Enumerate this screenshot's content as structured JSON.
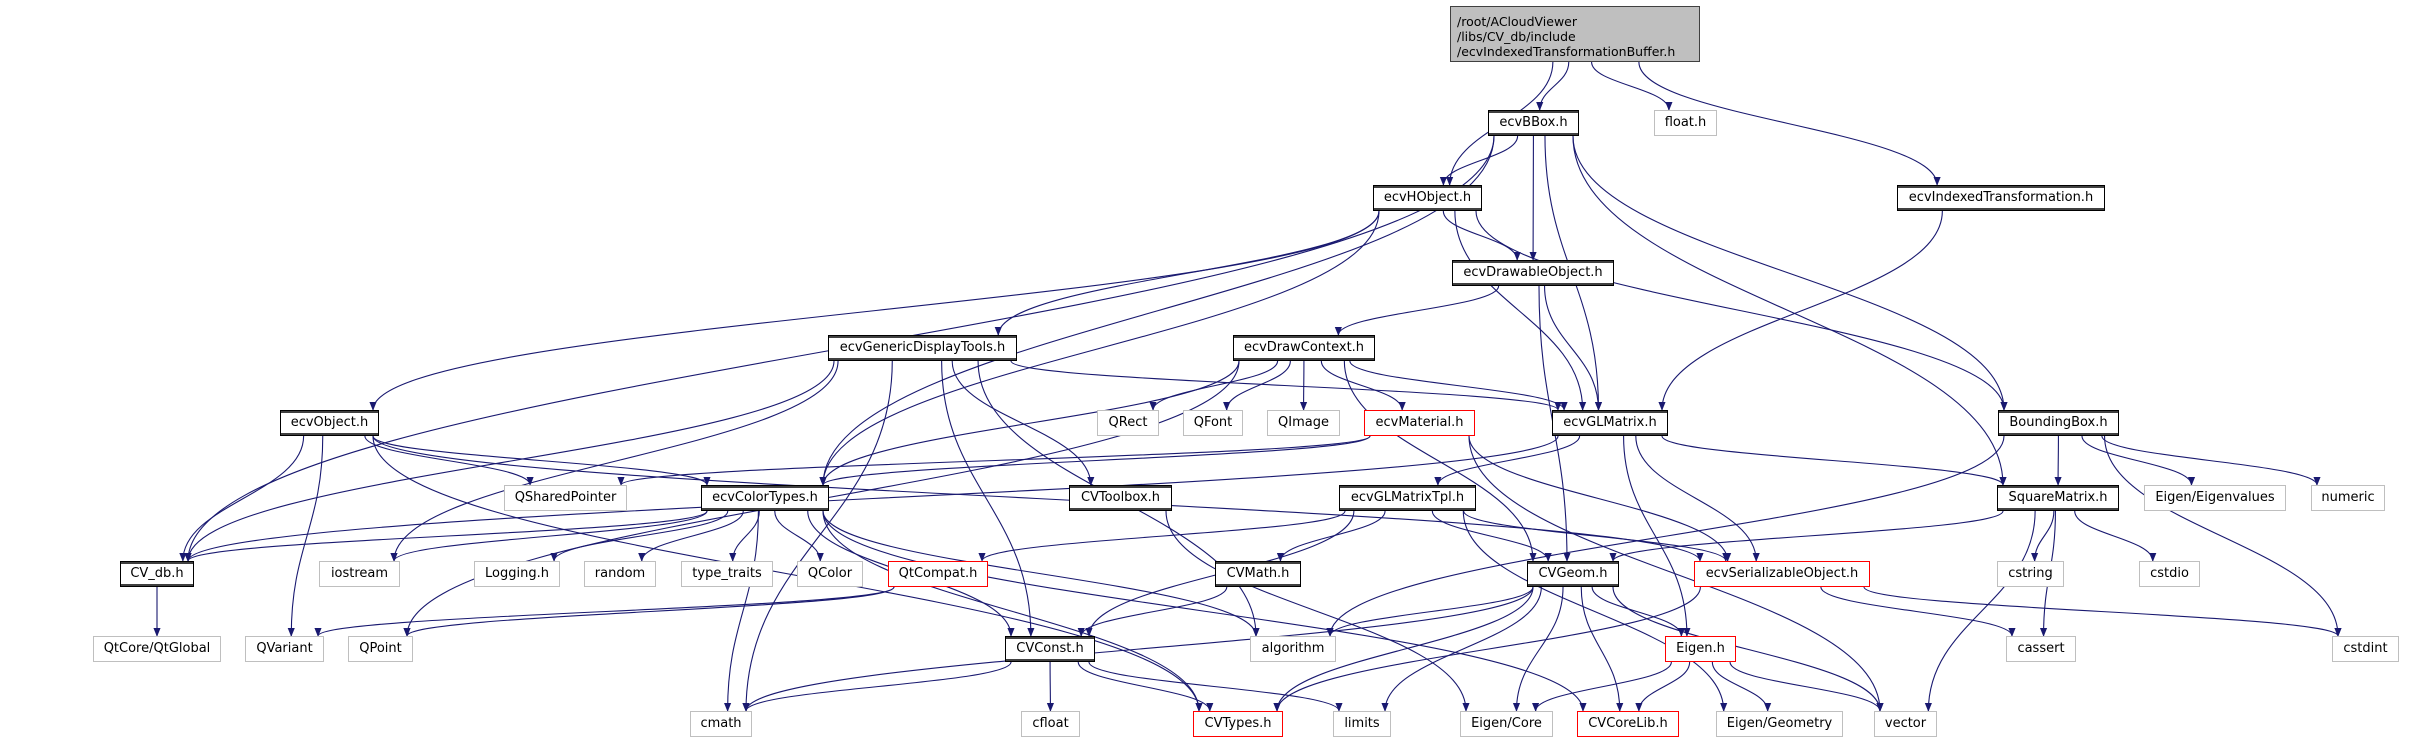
{
  "colors": {
    "edge": "#191970",
    "root_fill": "#bfbfbf",
    "normal_border": "#000000",
    "external_border": "#bfbfbf",
    "missing_border": "#ff0000"
  },
  "nodes": [
    {
      "id": "root",
      "label": "/root/ACloudViewer\n/libs/CV_db/include\n/ecvIndexedTransformationBuffer.h",
      "kind": "root"
    },
    {
      "id": "ecvBBox",
      "label": "ecvBBox.h",
      "kind": "normal"
    },
    {
      "id": "float",
      "label": "float.h",
      "kind": "ext"
    },
    {
      "id": "ecvHObject",
      "label": "ecvHObject.h",
      "kind": "normal"
    },
    {
      "id": "ecvIndexedTransformation",
      "label": "ecvIndexedTransformation.h",
      "kind": "normal"
    },
    {
      "id": "ecvDrawableObject",
      "label": "ecvDrawableObject.h",
      "kind": "normal"
    },
    {
      "id": "ecvGenericDisplayTools",
      "label": "ecvGenericDisplayTools.h",
      "kind": "normal"
    },
    {
      "id": "ecvDrawContext",
      "label": "ecvDrawContext.h",
      "kind": "normal"
    },
    {
      "id": "ecvObject",
      "label": "ecvObject.h",
      "kind": "normal"
    },
    {
      "id": "QRect",
      "label": "QRect",
      "kind": "ext"
    },
    {
      "id": "QFont",
      "label": "QFont",
      "kind": "ext"
    },
    {
      "id": "QImage",
      "label": "QImage",
      "kind": "ext"
    },
    {
      "id": "ecvMaterial",
      "label": "ecvMaterial.h",
      "kind": "red"
    },
    {
      "id": "ecvGLMatrix",
      "label": "ecvGLMatrix.h",
      "kind": "normal"
    },
    {
      "id": "BoundingBox",
      "label": "BoundingBox.h",
      "kind": "normal"
    },
    {
      "id": "QSharedPointer",
      "label": "QSharedPointer",
      "kind": "ext"
    },
    {
      "id": "ecvColorTypes",
      "label": "ecvColorTypes.h",
      "kind": "normal"
    },
    {
      "id": "CVToolbox",
      "label": "CVToolbox.h",
      "kind": "normal"
    },
    {
      "id": "ecvGLMatrixTpl",
      "label": "ecvGLMatrixTpl.h",
      "kind": "normal"
    },
    {
      "id": "SquareMatrix",
      "label": "SquareMatrix.h",
      "kind": "normal"
    },
    {
      "id": "EigenEigenvalues",
      "label": "Eigen/Eigenvalues",
      "kind": "ext"
    },
    {
      "id": "numeric",
      "label": "numeric",
      "kind": "ext"
    },
    {
      "id": "CV_db",
      "label": "CV_db.h",
      "kind": "normal"
    },
    {
      "id": "iostream",
      "label": "iostream",
      "kind": "ext"
    },
    {
      "id": "Logging",
      "label": "Logging.h",
      "kind": "ext"
    },
    {
      "id": "random",
      "label": "random",
      "kind": "ext"
    },
    {
      "id": "type_traits",
      "label": "type_traits",
      "kind": "ext"
    },
    {
      "id": "QColor",
      "label": "QColor",
      "kind": "ext"
    },
    {
      "id": "QtCompat",
      "label": "QtCompat.h",
      "kind": "red"
    },
    {
      "id": "CVMath",
      "label": "CVMath.h",
      "kind": "normal"
    },
    {
      "id": "CVGeom",
      "label": "CVGeom.h",
      "kind": "normal"
    },
    {
      "id": "ecvSerializableObject",
      "label": "ecvSerializableObject.h",
      "kind": "red"
    },
    {
      "id": "cstring",
      "label": "cstring",
      "kind": "ext"
    },
    {
      "id": "cstdio",
      "label": "cstdio",
      "kind": "ext"
    },
    {
      "id": "QtGlobal",
      "label": "QtCore/QtGlobal",
      "kind": "ext"
    },
    {
      "id": "QVariant",
      "label": "QVariant",
      "kind": "ext"
    },
    {
      "id": "QPoint",
      "label": "QPoint",
      "kind": "ext"
    },
    {
      "id": "CVConst",
      "label": "CVConst.h",
      "kind": "normal"
    },
    {
      "id": "algorithm",
      "label": "algorithm",
      "kind": "ext"
    },
    {
      "id": "Eigen",
      "label": "Eigen.h",
      "kind": "red"
    },
    {
      "id": "cassert",
      "label": "cassert",
      "kind": "ext"
    },
    {
      "id": "cstdint",
      "label": "cstdint",
      "kind": "ext"
    },
    {
      "id": "cmath",
      "label": "cmath",
      "kind": "ext"
    },
    {
      "id": "cfloat",
      "label": "cfloat",
      "kind": "ext"
    },
    {
      "id": "CVTypes",
      "label": "CVTypes.h",
      "kind": "red"
    },
    {
      "id": "limits",
      "label": "limits",
      "kind": "ext"
    },
    {
      "id": "EigenCore",
      "label": "Eigen/Core",
      "kind": "ext"
    },
    {
      "id": "CVCoreLib",
      "label": "CVCoreLib.h",
      "kind": "red"
    },
    {
      "id": "EigenGeometry",
      "label": "Eigen/Geometry",
      "kind": "ext"
    },
    {
      "id": "vector",
      "label": "vector",
      "kind": "ext"
    }
  ],
  "edges": [
    [
      "root",
      "ecvBBox"
    ],
    [
      "root",
      "ecvHObject"
    ],
    [
      "root",
      "float"
    ],
    [
      "root",
      "ecvIndexedTransformation"
    ],
    [
      "ecvBBox",
      "CV_db"
    ],
    [
      "ecvBBox",
      "ecvColorTypes"
    ],
    [
      "ecvBBox",
      "ecvHObject"
    ],
    [
      "ecvBBox",
      "ecvDrawableObject"
    ],
    [
      "ecvBBox",
      "ecvGLMatrix"
    ],
    [
      "ecvBBox",
      "SquareMatrix"
    ],
    [
      "ecvBBox",
      "BoundingBox"
    ],
    [
      "ecvHObject",
      "ecvObject"
    ],
    [
      "ecvHObject",
      "ecvColorTypes"
    ],
    [
      "ecvHObject",
      "ecvGenericDisplayTools"
    ],
    [
      "ecvHObject",
      "ecvDrawableObject"
    ],
    [
      "ecvHObject",
      "ecvGLMatrix"
    ],
    [
      "ecvHObject",
      "BoundingBox"
    ],
    [
      "ecvIndexedTransformation",
      "ecvGLMatrix"
    ],
    [
      "ecvDrawableObject",
      "ecvDrawContext"
    ],
    [
      "ecvDrawableObject",
      "ecvGLMatrix"
    ],
    [
      "ecvDrawableObject",
      "CVGeom"
    ],
    [
      "ecvGenericDisplayTools",
      "CV_db"
    ],
    [
      "ecvGenericDisplayTools",
      "cmath"
    ],
    [
      "ecvGenericDisplayTools",
      "iostream"
    ],
    [
      "ecvGenericDisplayTools",
      "ecvGLMatrix"
    ],
    [
      "ecvGenericDisplayTools",
      "CVToolbox"
    ],
    [
      "ecvGenericDisplayTools",
      "CVConst"
    ],
    [
      "ecvGenericDisplayTools",
      "algorithm"
    ],
    [
      "ecvDrawContext",
      "QPoint"
    ],
    [
      "ecvDrawContext",
      "ecvColorTypes"
    ],
    [
      "ecvDrawContext",
      "QRect"
    ],
    [
      "ecvDrawContext",
      "QFont"
    ],
    [
      "ecvDrawContext",
      "QImage"
    ],
    [
      "ecvDrawContext",
      "ecvMaterial"
    ],
    [
      "ecvDrawContext",
      "ecvGLMatrix"
    ],
    [
      "ecvDrawContext",
      "CVGeom"
    ],
    [
      "ecvObject",
      "CV_db"
    ],
    [
      "ecvObject",
      "QSharedPointer"
    ],
    [
      "ecvObject",
      "ecvColorTypes"
    ],
    [
      "ecvObject",
      "QVariant"
    ],
    [
      "ecvObject",
      "CVTypes"
    ],
    [
      "ecvObject",
      "ecvSerializableObject"
    ],
    [
      "ecvMaterial",
      "ecvColorTypes"
    ],
    [
      "ecvMaterial",
      "QSharedPointer"
    ],
    [
      "ecvMaterial",
      "ecvSerializableObject"
    ],
    [
      "ecvMaterial",
      "vector"
    ],
    [
      "ecvGLMatrix",
      "ecvGLMatrixTpl"
    ],
    [
      "ecvGLMatrix",
      "SquareMatrix"
    ],
    [
      "ecvGLMatrix",
      "ecvSerializableObject"
    ],
    [
      "ecvGLMatrix",
      "Eigen"
    ],
    [
      "ecvGLMatrix",
      "CV_db"
    ],
    [
      "BoundingBox",
      "SquareMatrix"
    ],
    [
      "BoundingBox",
      "EigenEigenvalues"
    ],
    [
      "BoundingBox",
      "numeric"
    ],
    [
      "BoundingBox",
      "cstdint"
    ],
    [
      "BoundingBox",
      "algorithm"
    ],
    [
      "ecvColorTypes",
      "CV_db"
    ],
    [
      "ecvColorTypes",
      "iostream"
    ],
    [
      "ecvColorTypes",
      "Logging"
    ],
    [
      "ecvColorTypes",
      "random"
    ],
    [
      "ecvColorTypes",
      "type_traits"
    ],
    [
      "ecvColorTypes",
      "QColor"
    ],
    [
      "ecvColorTypes",
      "cmath"
    ],
    [
      "ecvColorTypes",
      "CVConst"
    ],
    [
      "ecvColorTypes",
      "algorithm"
    ],
    [
      "ecvColorTypes",
      "CVCoreLib"
    ],
    [
      "ecvColorTypes",
      "CVTypes"
    ],
    [
      "CVToolbox",
      "EigenCore"
    ],
    [
      "ecvGLMatrixTpl",
      "QtCompat"
    ],
    [
      "ecvGLMatrixTpl",
      "CVMath"
    ],
    [
      "ecvGLMatrixTpl",
      "CVConst"
    ],
    [
      "ecvGLMatrixTpl",
      "CVGeom"
    ],
    [
      "ecvGLMatrixTpl",
      "ecvSerializableObject"
    ],
    [
      "ecvGLMatrixTpl",
      "EigenGeometry"
    ],
    [
      "SquareMatrix",
      "CVGeom"
    ],
    [
      "SquareMatrix",
      "cstring"
    ],
    [
      "SquareMatrix",
      "cassert"
    ],
    [
      "SquareMatrix",
      "cstdio"
    ],
    [
      "SquareMatrix",
      "vector"
    ],
    [
      "QtCompat",
      "QVariant"
    ],
    [
      "QtCompat",
      "QPoint"
    ],
    [
      "CVMath",
      "CVConst"
    ],
    [
      "CVGeom",
      "algorithm"
    ],
    [
      "CVGeom",
      "cmath"
    ],
    [
      "CVGeom",
      "CVTypes"
    ],
    [
      "CVGeom",
      "limits"
    ],
    [
      "CVGeom",
      "EigenCore"
    ],
    [
      "CVGeom",
      "CVCoreLib"
    ],
    [
      "CVGeom",
      "Eigen"
    ],
    [
      "CVGeom",
      "vector"
    ],
    [
      "ecvSerializableObject",
      "CVTypes"
    ],
    [
      "ecvSerializableObject",
      "cassert"
    ],
    [
      "ecvSerializableObject",
      "cstdint"
    ],
    [
      "CVConst",
      "cmath"
    ],
    [
      "CVConst",
      "cfloat"
    ],
    [
      "CVConst",
      "CVTypes"
    ],
    [
      "CVConst",
      "limits"
    ],
    [
      "Eigen",
      "EigenCore"
    ],
    [
      "Eigen",
      "CVCoreLib"
    ],
    [
      "Eigen",
      "EigenGeometry"
    ],
    [
      "Eigen",
      "vector"
    ],
    [
      "CV_db",
      "QtGlobal"
    ]
  ]
}
